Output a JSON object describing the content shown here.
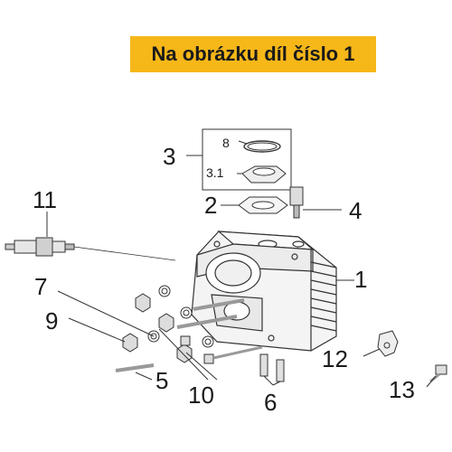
{
  "banner": {
    "text": "Na obrázku díl číslo 1",
    "color": "#f6b719"
  },
  "callouts": {
    "c1": "1",
    "c2": "2",
    "c3": "3",
    "c3_1": "3.1",
    "c4": "4",
    "c5": "5",
    "c6": "6",
    "c7": "7",
    "c8": "8",
    "c9": "9",
    "c10": "10",
    "c11": "11",
    "c12": "12",
    "c13": "13"
  }
}
